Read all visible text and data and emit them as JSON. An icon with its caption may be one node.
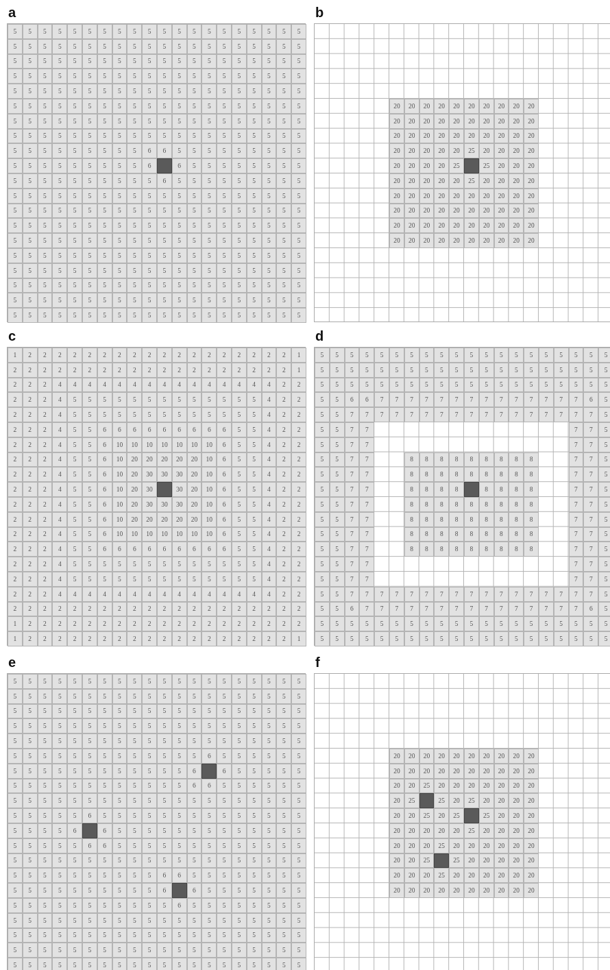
{
  "diagram": {
    "labels": [
      "a",
      "5",
      "5",
      "5",
      "5",
      "5",
      "5",
      "5",
      "5",
      "5",
      "5",
      "5",
      "5",
      "5",
      "5",
      "5",
      "5",
      "5",
      "5",
      "5",
      "5",
      "5",
      "5",
      "5",
      "5",
      "5",
      "5",
      "5",
      "5",
      "5",
      "5",
      "5",
      "5",
      "5",
      "5",
      "5",
      "5",
      "5",
      "5",
      "5",
      "5",
      "5",
      "5",
      "5",
      "5",
      "5",
      "5",
      "5",
      "5",
      "5",
      "5",
      "5",
      "5",
      "5",
      "5",
      "5",
      "5",
      "5",
      "5",
      "5",
      "5",
      "5",
      "5",
      "5",
      "5",
      "5",
      "5",
      "5",
      "5",
      "5",
      "5",
      "5",
      "5",
      "5",
      "5",
      "5",
      "5",
      "5",
      "5",
      "5",
      "5",
      "5",
      "5",
      "5",
      "5",
      "5",
      "5",
      "5",
      "5",
      "5",
      "5",
      "5",
      "5",
      "5",
      "5",
      "5",
      "5",
      "5",
      "5",
      "5",
      "5",
      "5",
      "5",
      "5",
      "5",
      "5",
      "5",
      "5",
      "5",
      "5",
      "5",
      "5",
      "5",
      "5",
      "5",
      "5",
      "5",
      "5",
      "5",
      "5",
      "5",
      "5",
      "5",
      "5",
      "5",
      "5",
      "5",
      "5",
      "5",
      "5",
      "5",
      "5",
      "5",
      "5",
      "5",
      "5",
      "5",
      "5",
      "5",
      "5",
      "5",
      "5",
      "5",
      "5",
      "5",
      "5",
      "5",
      "5",
      "5",
      "5",
      "5",
      "5",
      "5",
      "5",
      "5",
      "5",
      "5",
      "5",
      "5",
      "5",
      "5",
      "5",
      "5",
      "5",
      "5",
      "5",
      "5",
      "5",
      "5",
      "5",
      "6",
      "6",
      "5",
      "5",
      "5",
      "5",
      "5",
      "5",
      "5",
      "5",
      "5",
      "5",
      "5",
      "5",
      "5",
      "5",
      "5",
      "5",
      "5",
      "5",
      "6",
      "6",
      "5",
      "5",
      "5",
      "5",
      "5",
      "5",
      "5",
      "5",
      "5",
      "5",
      "5",
      "5",
      "5",
      "5",
      "5",
      "5",
      "5",
      "5",
      "6",
      "5",
      "5",
      "5",
      "5",
      "5",
      "5",
      "5",
      "5",
      "5",
      "5",
      "5",
      "5",
      "5",
      "5",
      "5",
      "5",
      "5",
      "5",
      "5",
      "5",
      "5",
      "5",
      "5",
      "5",
      "5",
      "5",
      "5",
      "5",
      "5",
      "5",
      "5",
      "5",
      "5",
      "5",
      "5",
      "5",
      "5",
      "5",
      "5",
      "5",
      "5",
      "5",
      "5",
      "5",
      "5",
      "5",
      "5",
      "5",
      "5",
      "5",
      "5",
      "5",
      "5",
      "5",
      "5",
      "5",
      "5",
      "5",
      "5",
      "5",
      "5",
      "5",
      "5",
      "5",
      "5",
      "5",
      "5",
      "5",
      "5",
      "5",
      "5",
      "5",
      "5",
      "5",
      "5",
      "5",
      "5",
      "5",
      "5",
      "5",
      "5",
      "5",
      "5",
      "5",
      "5",
      "5",
      "5",
      "5",
      "5",
      "5",
      "5",
      "5",
      "5",
      "5",
      "5",
      "5",
      "5",
      "5",
      "5",
      "5",
      "5",
      "5",
      "5",
      "5",
      "5",
      "5",
      "5",
      "5",
      "5",
      "5",
      "5",
      "5",
      "5",
      "5",
      "5",
      "5",
      "5",
      "5",
      "5",
      "5",
      "5",
      "5",
      "5",
      "5",
      "5",
      "5",
      "5",
      "5",
      "5",
      "5",
      "5",
      "5",
      "5",
      "5",
      "5",
      "5",
      "5",
      "5",
      "5",
      "5",
      "5",
      "5",
      "5",
      "5",
      "5",
      "5",
      "5",
      "5",
      "5",
      "5",
      "5",
      "5",
      "5",
      "5",
      "5",
      "5",
      "5",
      "5",
      "5",
      "5",
      "5",
      "5",
      "5",
      "5",
      "5",
      "5",
      "5",
      "5",
      "5",
      "5",
      "5",
      "5",
      "5",
      "5",
      "5",
      "5",
      "5",
      "5",
      "5",
      "5",
      "5",
      "5",
      "5",
      "5",
      "5",
      "5",
      "5",
      "5",
      "5",
      "b",
      "20",
      "20",
      "20",
      "20",
      "20",
      "20",
      "20",
      "20",
      "20",
      "20",
      "20",
      "20",
      "20",
      "20",
      "20",
      "20",
      "20",
      "20",
      "20",
      "20",
      "20",
      "20",
      "20",
      "20",
      "20",
      "20",
      "20",
      "20",
      "20",
      "20",
      "20",
      "20",
      "20",
      "20",
      "20",
      "25",
      "20",
      "20",
      "20",
      "20",
      "20",
      "20",
      "20",
      "20",
      "25",
      "25",
      "20",
      "20",
      "20",
      "20",
      "20",
      "20",
      "20",
      "20",
      "25",
      "20",
      "20",
      "20",
      "20",
      "20",
      "20",
      "20",
      "20",
      "20",
      "20",
      "20",
      "20",
      "20",
      "20",
      "20",
      "20",
      "20",
      "20",
      "20",
      "20",
      "20",
      "20",
      "20",
      "20",
      "20",
      "20",
      "20",
      "20",
      "20",
      "20",
      "20",
      "20",
      "20",
      "20",
      "20",
      "20",
      "20",
      "20",
      "20",
      "20",
      "20",
      "20",
      "20",
      "20",
      "c",
      "1",
      "2",
      "2",
      "2",
      "2",
      "2",
      "2",
      "2",
      "2",
      "2",
      "2",
      "2",
      "2",
      "2",
      "2",
      "2",
      "2",
      "2",
      "2",
      "1",
      "2",
      "2",
      "2",
      "2",
      "2",
      "2",
      "2",
      "2",
      "2",
      "2",
      "2",
      "2",
      "2",
      "2",
      "2",
      "2",
      "2",
      "2",
      "2",
      "1",
      "2",
      "2",
      "2",
      "4",
      "4",
      "4",
      "4",
      "4",
      "4",
      "4",
      "4",
      "4",
      "4",
      "4",
      "4",
      "4",
      "4",
      "4",
      "2",
      "2",
      "2",
      "2",
      "2",
      "4",
      "5",
      "5",
      "5",
      "5",
      "5",
      "5",
      "5",
      "5",
      "5",
      "5",
      "5",
      "5",
      "5",
      "4",
      "2",
      "2",
      "2",
      "2",
      "2",
      "4",
      "5",
      "5",
      "5",
      "5",
      "5",
      "5",
      "5",
      "5",
      "5",
      "5",
      "5",
      "5",
      "5",
      "4",
      "2",
      "2",
      "2",
      "2",
      "2",
      "4",
      "5",
      "5",
      "6",
      "6",
      "6",
      "6",
      "6",
      "6",
      "6",
      "6",
      "6",
      "5",
      "5",
      "4",
      "2",
      "2",
      "2",
      "2",
      "2",
      "4",
      "5",
      "5",
      "6",
      "10",
      "10",
      "10",
      "10",
      "10",
      "10",
      "10",
      "6",
      "5",
      "5",
      "4",
      "2",
      "2",
      "2",
      "2",
      "2",
      "4",
      "5",
      "5",
      "6",
      "10",
      "20",
      "20",
      "20",
      "20",
      "20",
      "10",
      "6",
      "5",
      "5",
      "4",
      "2",
      "2",
      "2",
      "2",
      "2",
      "4",
      "5",
      "5",
      "6",
      "10",
      "20",
      "30",
      "30",
      "30",
      "20",
      "10",
      "6",
      "5",
      "5",
      "4",
      "2",
      "2",
      "2",
      "2",
      "2",
      "4",
      "5",
      "5",
      "6",
      "10",
      "20",
      "30",
      "30",
      "20",
      "10",
      "6",
      "5",
      "5",
      "4",
      "2",
      "2",
      "2",
      "2",
      "2",
      "4",
      "5",
      "5",
      "6",
      "10",
      "20",
      "30",
      "30",
      "30",
      "20",
      "10",
      "6",
      "5",
      "5",
      "4",
      "2",
      "2",
      "2",
      "2",
      "2",
      "4",
      "5",
      "5",
      "6",
      "10",
      "20",
      "20",
      "20",
      "20",
      "20",
      "10",
      "6",
      "5",
      "5",
      "4",
      "2",
      "2",
      "2",
      "2",
      "2",
      "4",
      "5",
      "5",
      "6",
      "10",
      "10",
      "10",
      "10",
      "10",
      "10",
      "10",
      "6",
      "5",
      "5",
      "4",
      "2",
      "2",
      "2",
      "2",
      "2",
      "4",
      "5",
      "5",
      "6",
      "6",
      "6",
      "6",
      "6",
      "6",
      "6",
      "6",
      "6",
      "5",
      "5",
      "4",
      "2",
      "2",
      "2",
      "2",
      "2",
      "4",
      "5",
      "5",
      "5",
      "5",
      "5",
      "5",
      "5",
      "5",
      "5",
      "5",
      "5",
      "5",
      "5",
      "4",
      "2",
      "2",
      "2",
      "2",
      "2",
      "4",
      "5",
      "5",
      "5",
      "5",
      "5",
      "5",
      "5",
      "5",
      "5",
      "5",
      "5",
      "5",
      "5",
      "4",
      "2",
      "2",
      "2",
      "2",
      "2",
      "4",
      "4",
      "4",
      "4",
      "4",
      "4",
      "4",
      "4",
      "4",
      "4",
      "4",
      "4",
      "4",
      "4",
      "4",
      "2",
      "2",
      "2",
      "2",
      "2",
      "2",
      "2",
      "2",
      "2",
      "2",
      "2",
      "2",
      "2",
      "2",
      "2",
      "2",
      "2",
      "2",
      "2",
      "2",
      "2",
      "2",
      "1",
      "2",
      "2",
      "2",
      "2",
      "2",
      "2",
      "2",
      "2",
      "2",
      "2",
      "2",
      "2",
      "2",
      "2",
      "2",
      "2",
      "2",
      "2",
      "2",
      "1",
      "2",
      "2",
      "2",
      "2",
      "2",
      "2",
      "2",
      "2",
      "2",
      "2",
      "2",
      "2",
      "2",
      "2",
      "2",
      "2",
      "2",
      "2",
      "1",
      "d",
      "5",
      "5",
      "5",
      "5",
      "5",
      "5",
      "5",
      "5",
      "5",
      "5",
      "5",
      "5",
      "5",
      "5",
      "5",
      "5",
      "5",
      "5",
      "5",
      "5",
      "5",
      "5",
      "5",
      "5",
      "5",
      "5",
      "5",
      "5",
      "5",
      "5",
      "5",
      "5",
      "5",
      "5",
      "5",
      "5",
      "5",
      "5",
      "5",
      "5",
      "5",
      "5",
      "5",
      "5",
      "5",
      "5",
      "5",
      "5",
      "5",
      "5",
      "5",
      "5",
      "5",
      "5",
      "5",
      "5",
      "5",
      "5",
      "5",
      "5",
      "5",
      "5",
      "6",
      "6",
      "7",
      "7",
      "7",
      "7",
      "7",
      "7",
      "7",
      "7",
      "7",
      "7",
      "7",
      "7",
      "7",
      "7",
      "6",
      "5",
      "5",
      "5",
      "7",
      "7",
      "7",
      "7",
      "7",
      "7",
      "7",
      "7",
      "7",
      "7",
      "7",
      "7",
      "7",
      "7",
      "7",
      "7",
      "7",
      "5",
      "5",
      "5",
      "7",
      "7",
      "7",
      "7",
      "5",
      "5",
      "5",
      "7",
      "7",
      "7",
      "7",
      "5",
      "5",
      "5",
      "7",
      "7",
      "8",
      "8",
      "8",
      "8",
      "8",
      "8",
      "8",
      "8",
      "8",
      "7",
      "7",
      "5",
      "5",
      "5",
      "7",
      "7",
      "8",
      "8",
      "8",
      "8",
      "8",
      "8",
      "8",
      "8",
      "8",
      "7",
      "7",
      "5",
      "5",
      "5",
      "7",
      "7",
      "8",
      "8",
      "8",
      "8",
      "8",
      "8",
      "8",
      "8",
      "7",
      "7",
      "5",
      "5",
      "5",
      "7",
      "7",
      "8",
      "8",
      "8",
      "8",
      "8",
      "8",
      "8",
      "8",
      "8",
      "7",
      "7",
      "5",
      "5",
      "5",
      "7",
      "7",
      "8",
      "8",
      "8",
      "8",
      "8",
      "8",
      "8",
      "8",
      "8",
      "7",
      "7",
      "5",
      "5",
      "5",
      "7",
      "7",
      "8",
      "8",
      "8",
      "8",
      "8",
      "8",
      "8",
      "8",
      "8",
      "7",
      "7",
      "5",
      "5",
      "5",
      "7",
      "7",
      "8",
      "8",
      "8",
      "8",
      "8",
      "8",
      "8",
      "8",
      "8",
      "7",
      "7",
      "5",
      "5",
      "5",
      "7",
      "7",
      "7",
      "7",
      "5",
      "5",
      "5",
      "7",
      "7",
      "7",
      "7",
      "5",
      "5",
      "5",
      "7",
      "7",
      "7",
      "7",
      "7",
      "7",
      "7",
      "7",
      "7",
      "7",
      "7",
      "7",
      "7",
      "7",
      "7",
      "7",
      "7",
      "5",
      "5",
      "5",
      "6",
      "7",
      "7",
      "7",
      "7",
      "7",
      "7",
      "7",
      "7",
      "7",
      "7",
      "7",
      "7",
      "7",
      "7",
      "7",
      "6",
      "5",
      "5",
      "5",
      "5",
      "5",
      "5",
      "5",
      "5",
      "5",
      "5",
      "5",
      "5",
      "5",
      "5",
      "5",
      "5",
      "5",
      "5",
      "5",
      "5",
      "5",
      "5",
      "5",
      "5",
      "5",
      "5",
      "5",
      "5",
      "5",
      "5",
      "5",
      "5",
      "5",
      "5",
      "5",
      "5",
      "5",
      "5",
      "5",
      "5",
      "5",
      "e",
      "5",
      "5",
      "5",
      "5",
      "5",
      "5",
      "5",
      "5",
      "5",
      "5",
      "5",
      "5",
      "5",
      "5",
      "5",
      "5",
      "5",
      "5",
      "5",
      "5",
      "5",
      "5",
      "5",
      "5",
      "5",
      "5",
      "5",
      "5",
      "5",
      "5",
      "5",
      "5",
      "5",
      "5",
      "5",
      "5",
      "5",
      "5",
      "5",
      "5",
      "5",
      "5",
      "5",
      "5",
      "5",
      "5",
      "5",
      "5",
      "5",
      "5",
      "5",
      "5",
      "5",
      "5",
      "5",
      "5",
      "5",
      "5",
      "5",
      "5",
      "5",
      "5",
      "5",
      "5",
      "5",
      "5",
      "5",
      "5",
      "5",
      "5",
      "5",
      "5",
      "5",
      "5",
      "5",
      "5",
      "5",
      "5",
      "5",
      "5",
      "5",
      "5",
      "5",
      "5",
      "5",
      "5",
      "5",
      "5",
      "5",
      "5",
      "5",
      "5",
      "5",
      "5",
      "5",
      "5",
      "5",
      "5",
      "5",
      "5",
      "5",
      "5",
      "5",
      "5",
      "5",
      "5",
      "5",
      "5",
      "5",
      "5",
      "5",
      "5",
      "5",
      "6",
      "5",
      "5",
      "5",
      "5",
      "5",
      "5",
      "5",
      "5",
      "5",
      "5",
      "5",
      "5",
      "5",
      "5",
      "5",
      "5",
      "5",
      "5",
      "6",
      "6",
      "5",
      "5",
      "5",
      "5",
      "5",
      "5",
      "5",
      "5",
      "5",
      "5",
      "5",
      "5",
      "5",
      "5",
      "5",
      "5",
      "5",
      "6",
      "6",
      "5",
      "5",
      "5",
      "5",
      "5",
      "5",
      "5",
      "5",
      "5",
      "5",
      "5",
      "5",
      "5",
      "5",
      "5",
      "5",
      "5",
      "5",
      "5",
      "5",
      "5",
      "5",
      "5",
      "5",
      "5",
      "5",
      "5",
      "5",
      "5",
      "5",
      "5",
      "6",
      "5",
      "5",
      "5",
      "5",
      "5",
      "5",
      "5",
      "5",
      "5",
      "5",
      "5",
      "5",
      "5",
      "5",
      "5",
      "5",
      "5",
      "5",
      "6",
      "6",
      "5",
      "5",
      "5",
      "5",
      "5",
      "5",
      "5",
      "5",
      "5",
      "5",
      "5",
      "5",
      "5",
      "5",
      "5",
      "5",
      "5",
      "5",
      "6",
      "6",
      "5",
      "5",
      "5",
      "5",
      "5",
      "5",
      "5",
      "5",
      "5",
      "5",
      "5",
      "5",
      "5",
      "5",
      "5",
      "5",
      "5",
      "5",
      "5",
      "5",
      "5",
      "5",
      "5",
      "5",
      "5",
      "5",
      "5",
      "5",
      "5",
      "5",
      "5",
      "5",
      "5",
      "5",
      "5",
      "5",
      "5",
      "5",
      "5",
      "5",
      "5",
      "5",
      "5",
      "6",
      "6",
      "5",
      "5",
      "5",
      "5",
      "5",
      "5",
      "5",
      "5",
      "5",
      "5",
      "5",
      "5",
      "5",
      "5",
      "5",
      "5",
      "5",
      "5",
      "6",
      "6",
      "5",
      "5",
      "5",
      "5",
      "5",
      "5",
      "5",
      "5",
      "5",
      "5",
      "5",
      "5",
      "5",
      "5",
      "5",
      "5",
      "5",
      "5",
      "6",
      "5",
      "5",
      "5",
      "5",
      "5",
      "5",
      "5",
      "5",
      "5",
      "5",
      "5",
      "5",
      "5",
      "5",
      "5",
      "5",
      "5",
      "5",
      "5",
      "5",
      "5",
      "5",
      "5",
      "5",
      "5",
      "5",
      "5",
      "5",
      "5",
      "5",
      "5",
      "5",
      "5",
      "5",
      "5",
      "5",
      "5",
      "5",
      "5",
      "5",
      "5",
      "5",
      "5",
      "5",
      "5",
      "5",
      "5",
      "5",
      "5",
      "5",
      "5",
      "5",
      "5",
      "5",
      "5",
      "5",
      "5",
      "5",
      "5",
      "5",
      "5",
      "5",
      "5",
      "5",
      "5",
      "5",
      "5",
      "5",
      "5",
      "5",
      "5",
      "5",
      "5",
      "5",
      "5",
      "5",
      "5",
      "5",
      "5",
      "5",
      "5",
      "5",
      "5",
      "5",
      "5",
      "5",
      "5",
      "5",
      "f",
      "20",
      "20",
      "20",
      "20",
      "20",
      "20",
      "20",
      "20",
      "20",
      "20",
      "20",
      "20",
      "20",
      "20",
      "20",
      "20",
      "20",
      "20",
      "20",
      "20",
      "20",
      "20",
      "25",
      "20",
      "20",
      "20",
      "20",
      "20",
      "20",
      "20",
      "20",
      "25",
      "25",
      "20",
      "25",
      "20",
      "20",
      "20",
      "20",
      "20",
      "20",
      "25",
      "20",
      "25",
      "25",
      "20",
      "20",
      "20",
      "20",
      "20",
      "20",
      "20",
      "20",
      "25",
      "20",
      "20",
      "20",
      "20",
      "20",
      "20",
      "20",
      "25",
      "20",
      "20",
      "20",
      "20",
      "20",
      "20",
      "20",
      "20",
      "25",
      "25",
      "20",
      "20",
      "20",
      "20",
      "20",
      "20",
      "20",
      "20",
      "25",
      "20",
      "20",
      "20",
      "20",
      "20",
      "20",
      "20",
      "20",
      "20",
      "20",
      "20",
      "20",
      "20",
      "20",
      "20",
      "20"
    ]
  }
}
